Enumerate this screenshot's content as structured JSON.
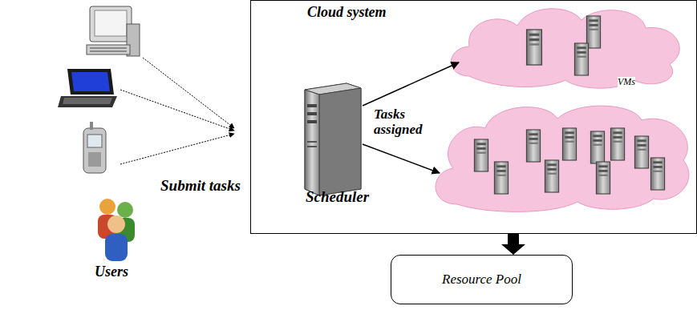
{
  "diagram": {
    "nodes": [
      {
        "text": [
          "Cloud system"
        ]
      },
      {
        "text": [
          "Scheduler"
        ],
        "in": 0
      },
      {
        "text": [
          "Resource Pool"
        ]
      }
    ],
    "edges": [
      {
        "from": 0,
        "to": 2,
        "arrow": "to"
      }
    ],
    "labels": [
      "Submit tasks",
      "Tasks assigned",
      "VMs",
      "Users"
    ]
  }
}
